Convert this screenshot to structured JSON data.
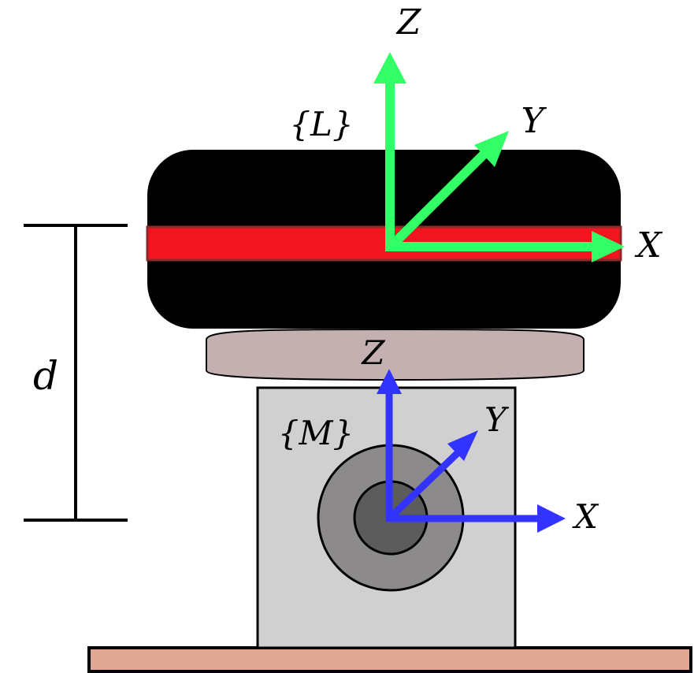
{
  "diagram": {
    "lidar_frame": {
      "name": "{L}",
      "axes": {
        "x": "X",
        "y": "Y",
        "z": "Z"
      },
      "color": "#33ff66"
    },
    "motor_frame": {
      "name": "{M}",
      "axes": {
        "x": "X",
        "y": "Y",
        "z": "Z"
      },
      "color": "#3333ff"
    },
    "distance_label": "d",
    "colors": {
      "lidar_body": "#000000",
      "scan_band": "#f2141f",
      "scan_band_edge": "#8b2a2a",
      "coupling_disc": "#c4b0b0",
      "motor_housing": "#d0d0d0",
      "motor_outer_ring": "#8c8a8a",
      "motor_hub": "#5c5c5c",
      "base_plate": "#e0a894"
    }
  }
}
